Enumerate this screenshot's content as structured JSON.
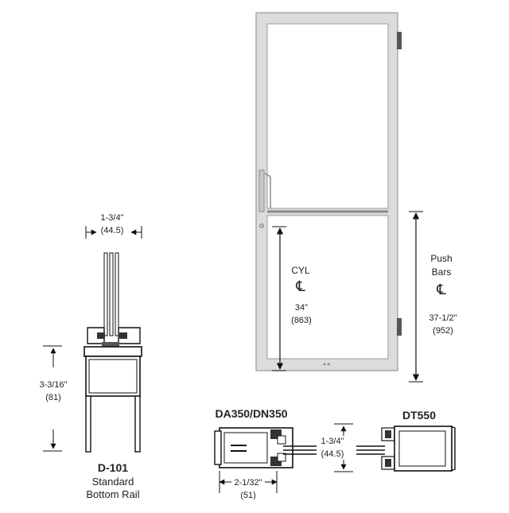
{
  "colors": {
    "frame": "#dcdcdc",
    "frame_edge": "#9a9a9a",
    "line": "#111111",
    "text": "#222222"
  },
  "door": {
    "hinge_icon": "hinge-icon",
    "pull_handle_icon": "pull-handle-icon",
    "cyl": {
      "label": "CYL",
      "symbol": "℄",
      "value": "34\"",
      "metric": "(863)"
    },
    "push_bars": {
      "label_line1": "Push",
      "label_line2": "Bars",
      "symbol": "℄",
      "value": "37-1/2\"",
      "metric": "(952)"
    }
  },
  "d101": {
    "top_width": "1-3/4\"",
    "top_width_metric": "(44.5)",
    "height": "3-3/16\"",
    "height_metric": "(81)",
    "name": "D-101",
    "caption_line1": "Standard",
    "caption_line2": "Bottom Rail"
  },
  "da350": {
    "name": "DA350/DN350",
    "width": "2-1/32\"",
    "width_metric": "(51)"
  },
  "dt550": {
    "name": "DT550",
    "depth": "1-3/4\"",
    "depth_metric": "(44.5)"
  }
}
